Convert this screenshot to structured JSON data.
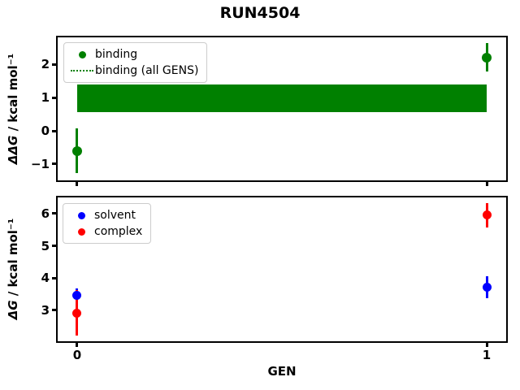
{
  "figure": {
    "title": "RUN4504",
    "background": "#ffffff"
  },
  "chart_data": [
    {
      "type": "scatter",
      "name": "binding-free-energy-panel",
      "ylabel_math": "ΔΔG",
      "ylabel_unit": " / kcal mol⁻¹",
      "xlabel": "",
      "xlim": [
        -0.0476,
        1.0476
      ],
      "ylim": [
        -1.49,
        2.81
      ],
      "grid": false,
      "yticks": [
        {
          "v": 2,
          "label": "2"
        },
        {
          "v": 1,
          "label": "1"
        },
        {
          "v": 0,
          "label": "0"
        },
        {
          "v": -1,
          "label": "−1"
        }
      ],
      "xticks": [
        {
          "v": 0,
          "label": ""
        },
        {
          "v": 1,
          "label": ""
        }
      ],
      "series": [
        {
          "name": "binding",
          "color": "#008000",
          "marker_px": 12,
          "points": [
            {
              "x": 0,
              "y": -0.6,
              "err": 0.67
            },
            {
              "x": 1,
              "y": 2.21,
              "err": 0.43
            }
          ]
        }
      ],
      "band": {
        "name": "binding (all GENS)",
        "color": "#008000",
        "x0": 0,
        "x1": 1,
        "y_low": 0.56,
        "y_high": 1.39,
        "y_center": 0.98
      },
      "legend": {
        "position": "upper-left",
        "items": [
          {
            "label": "binding",
            "type": "dot",
            "color": "#008000"
          },
          {
            "label": "binding (all GENS)",
            "type": "dotted-line",
            "color": "#008000"
          }
        ]
      }
    },
    {
      "type": "scatter",
      "name": "leg-free-energy-panel",
      "ylabel_math": "ΔG",
      "ylabel_unit": " / kcal mol⁻¹",
      "xlabel": "GEN",
      "xlim": [
        -0.0476,
        1.0476
      ],
      "ylim": [
        2.04,
        6.5
      ],
      "grid": false,
      "yticks": [
        {
          "v": 6,
          "label": "6"
        },
        {
          "v": 5,
          "label": "5"
        },
        {
          "v": 4,
          "label": "4"
        },
        {
          "v": 3,
          "label": "3"
        }
      ],
      "xticks": [
        {
          "v": 0,
          "label": "0"
        },
        {
          "v": 1,
          "label": "1"
        }
      ],
      "series": [
        {
          "name": "solvent",
          "color": "#0000ff",
          "marker_px": 11,
          "points": [
            {
              "x": 0,
              "y": 3.47,
              "err": 0.21
            },
            {
              "x": 1,
              "y": 3.72,
              "err": 0.34
            }
          ]
        },
        {
          "name": "complex",
          "color": "#ff0000",
          "marker_px": 11,
          "points": [
            {
              "x": 0,
              "y": 2.92,
              "err": 0.7
            },
            {
              "x": 1,
              "y": 5.95,
              "err": 0.38
            }
          ]
        }
      ],
      "legend": {
        "position": "upper-left",
        "items": [
          {
            "label": "solvent",
            "type": "dot",
            "color": "#0000ff"
          },
          {
            "label": "complex",
            "type": "dot",
            "color": "#ff0000"
          }
        ]
      }
    }
  ]
}
